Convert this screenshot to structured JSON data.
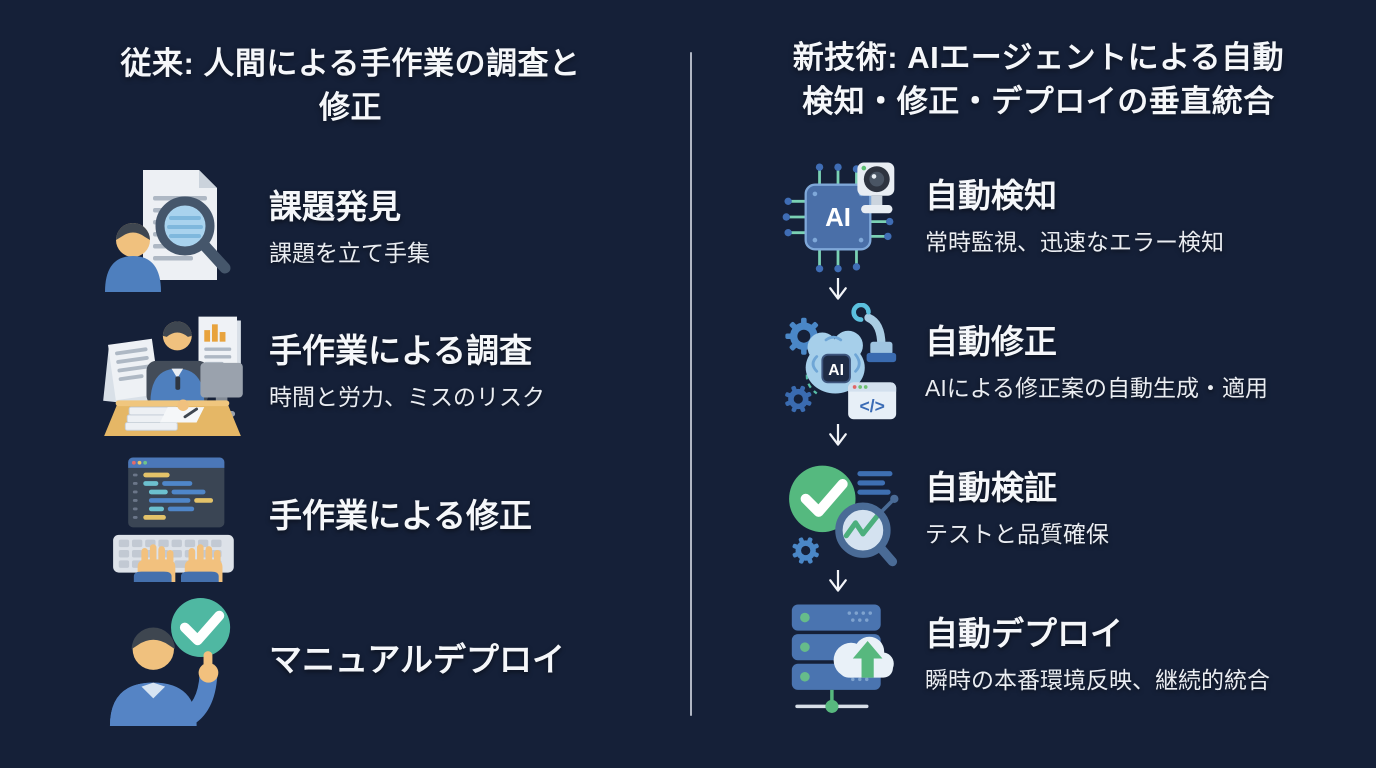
{
  "page": {
    "background_color": "#152038",
    "divider_color": "#C6CBD6",
    "text_color": "#F5F7FA"
  },
  "left": {
    "title": "従来: 人間による手作業の調査と修正",
    "title_lines": [
      "従来: 人間による手作業の調査と",
      "修正"
    ],
    "items": [
      {
        "icon": "document-search-person-icon",
        "title": "課題発見",
        "subtitle": "課題を立て手集"
      },
      {
        "icon": "desk-investigation-icon",
        "title": "手作業による調査",
        "subtitle": "時間と労力、ミスのリスク"
      },
      {
        "icon": "keyboard-coding-icon",
        "title": "手作業による修正",
        "subtitle": ""
      },
      {
        "icon": "manual-approve-person-icon",
        "title": "マニュアルデプロイ",
        "subtitle": ""
      }
    ]
  },
  "right": {
    "title": "新技術: AIエージェントによる自動検知・修正・デプロイの垂直統合",
    "title_lines": [
      "新技術: AIエージェントによる自動",
      "検知・修正・デプロイの垂直統合"
    ],
    "flow_arrow_icon": "down-arrow-icon",
    "items": [
      {
        "icon": "ai-chip-camera-icon",
        "title": "自動検知",
        "subtitle": "常時監視、迅速なエラー検知"
      },
      {
        "icon": "ai-brain-autofix-icon",
        "title": "自動修正",
        "subtitle": "AIによる修正案の自動生成・適用"
      },
      {
        "icon": "check-verify-magnifier-icon",
        "title": "自動検証",
        "subtitle": "テストと品質確保"
      },
      {
        "icon": "server-cloud-deploy-icon",
        "title": "自動デプロイ",
        "subtitle": "瞬時の本番環境反映、継続的統合"
      }
    ]
  },
  "icon_labels": {
    "ai_chip": "AI",
    "ai_brain": "AI",
    "code_tag": "</>"
  },
  "palette": {
    "icon_blue": "#4E7FBE",
    "skin_tan": "#F0C17E",
    "teal_check": "#4FB8A2",
    "green_check": "#55B97F",
    "green_deploy": "#57B87E",
    "desk_tan": "#E5B766",
    "paper_white": "#EEF1F5"
  }
}
